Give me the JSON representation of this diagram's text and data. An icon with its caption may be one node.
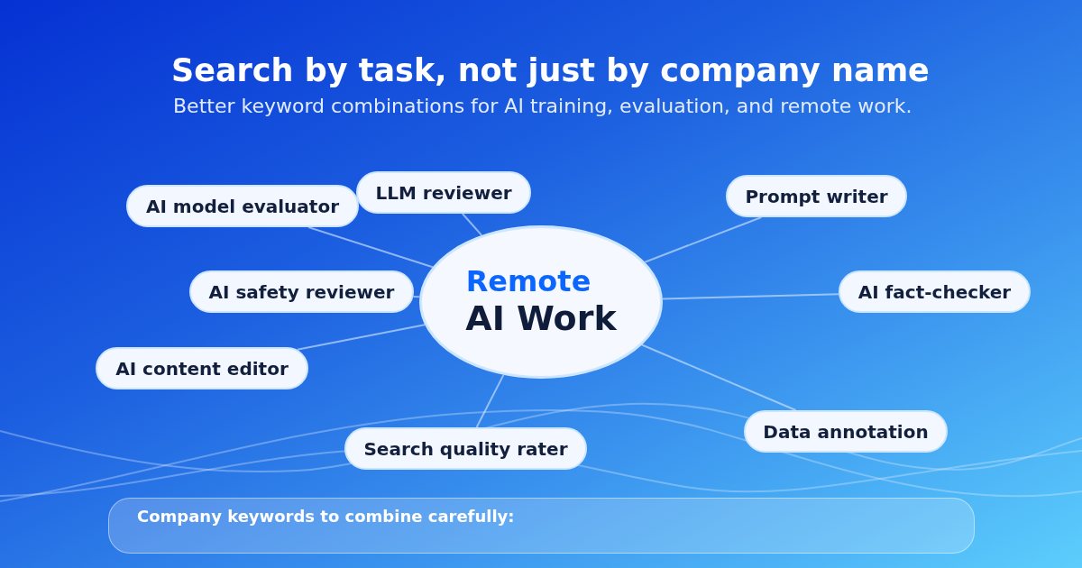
{
  "diagram": {
    "title": "Search by task, not just by company name",
    "nodes": [
      {
        "text": [
          "Remote",
          "AI Work"
        ]
      },
      {
        "text": [
          "AI model evaluator"
        ]
      },
      {
        "text": [
          "LLM reviewer"
        ]
      },
      {
        "text": [
          "Prompt writer"
        ]
      },
      {
        "text": [
          "AI safety reviewer"
        ]
      },
      {
        "text": [
          "AI fact-checker"
        ]
      },
      {
        "text": [
          "AI content editor"
        ]
      },
      {
        "text": [
          "Search quality rater"
        ]
      },
      {
        "text": [
          "Data annotation"
        ]
      },
      {
        "text": [
          "Company keywords to combine carefully:"
        ]
      }
    ],
    "edges": [
      {
        "from": 0,
        "to": 1,
        "arrow": "none"
      },
      {
        "from": 0,
        "to": 2,
        "arrow": "none"
      },
      {
        "from": 0,
        "to": 3,
        "arrow": "none"
      },
      {
        "from": 0,
        "to": 4,
        "arrow": "none"
      },
      {
        "from": 0,
        "to": 5,
        "arrow": "none"
      },
      {
        "from": 0,
        "to": 6,
        "arrow": "none"
      },
      {
        "from": 0,
        "to": 7,
        "arrow": "none"
      },
      {
        "from": 0,
        "to": 8,
        "arrow": "none"
      }
    ],
    "labels": [
      "Better keyword combinations for AI training, evaluation, and remote work."
    ]
  }
}
